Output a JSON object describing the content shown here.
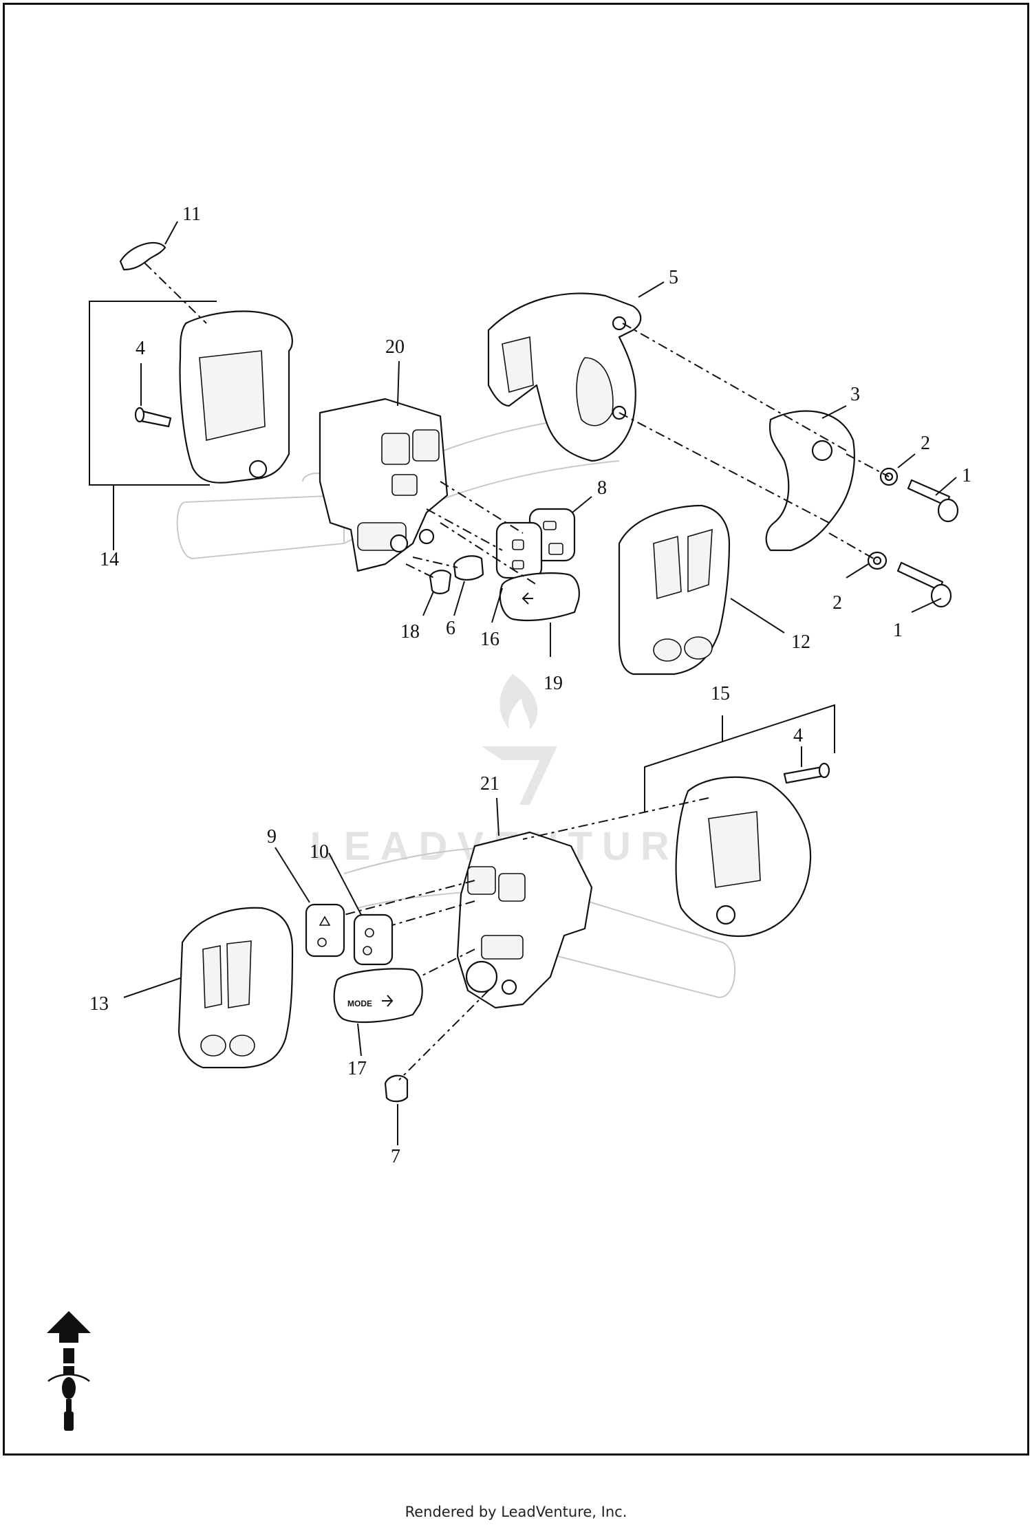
{
  "watermark": {
    "text": "LEADVENTURE"
  },
  "callouts": {
    "c1a": "1",
    "c1b": "1",
    "c2a": "2",
    "c2b": "2",
    "c3": "3",
    "c4a": "4",
    "c4b": "4",
    "c5": "5",
    "c6": "6",
    "c7": "7",
    "c8": "8",
    "c9": "9",
    "c10": "10",
    "c11": "11",
    "c12": "12",
    "c13": "13",
    "c14": "14",
    "c15": "15",
    "c16": "16",
    "c17": "17",
    "c18": "18",
    "c19": "19",
    "c20": "20",
    "c21": "21"
  },
  "button_labels": {
    "mode": "MODE"
  },
  "footer": {
    "text": "Rendered by LeadVenture, Inc."
  }
}
